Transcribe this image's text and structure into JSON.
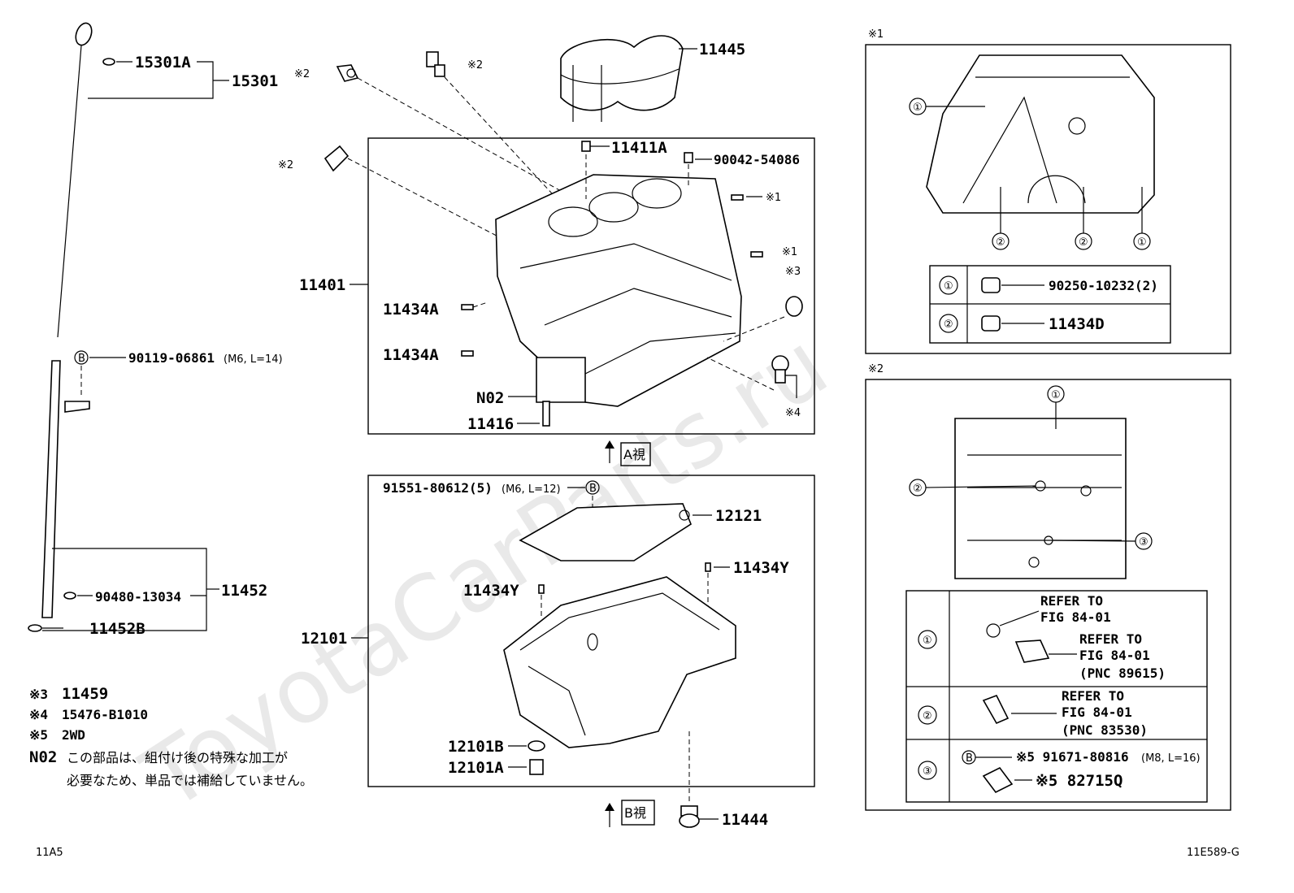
{
  "watermark": "ToyotaCarParts.ru",
  "parts": {
    "p15301A": "15301A",
    "p15301": "15301",
    "p11445": "11445",
    "p11411A": "11411A",
    "p90042": "90042-54086",
    "p11401": "11401",
    "p11434A_1": "11434A",
    "p11434A_2": "11434A",
    "pN02": "N02",
    "p11416": "11416",
    "p90119": "90119-06861",
    "p90119spec": "(M6, L=14)",
    "p11452": "11452",
    "p90480": "90480-13034",
    "p11452B": "11452B",
    "p91551": "91551-80612(5)",
    "p91551spec": "(M6, L=12)",
    "p12121": "12121",
    "p11434Y_1": "11434Y",
    "p11434Y_2": "11434Y",
    "p12101": "12101",
    "p12101B": "12101B",
    "p12101A": "12101A",
    "p11444": "11444"
  },
  "markers": {
    "m2a": "※2",
    "m2b": "※2",
    "m2c": "※2",
    "m1a": "※1",
    "m1b": "※1",
    "m3": "※3",
    "m4": "※4",
    "b1": "B",
    "b2": "B"
  },
  "views": {
    "a": "A視",
    "b": "B視"
  },
  "notes": {
    "n3_key": "※3",
    "n3_val": "11459",
    "n4_key": "※4",
    "n4_val": "15476-B1010",
    "n5_key": "※5",
    "n5_val": "2WD",
    "n02_key": "N02",
    "n02_line1": "この部品は、組付け後の特殊な加工が",
    "n02_line2": "必要なため、単品では補給していません。"
  },
  "inset1": {
    "title": "※1",
    "c1": "①",
    "c2": "②",
    "rows": [
      {
        "num": "①",
        "part": "90250-10232(2)"
      },
      {
        "num": "②",
        "part": "11434D"
      }
    ]
  },
  "inset2": {
    "title": "※2",
    "c1": "①",
    "c2": "②",
    "c3": "③",
    "r1_num": "①",
    "r1_a": "REFER TO",
    "r1_b": "FIG 84-01",
    "r1_c": "REFER TO",
    "r1_d": "FIG 84-01",
    "r1_e": "(PNC 89615)",
    "r2_num": "②",
    "r2_a": "REFER TO",
    "r2_b": "FIG 84-01",
    "r2_c": "(PNC 83530)",
    "r3_num": "③",
    "r3_a": "※5 91671-80816",
    "r3_spec": "(M8, L=16)",
    "r3_b": "※5 82715Q",
    "r3_bmark": "B"
  },
  "footer": {
    "left": "11A5",
    "right": "11E589-G"
  }
}
